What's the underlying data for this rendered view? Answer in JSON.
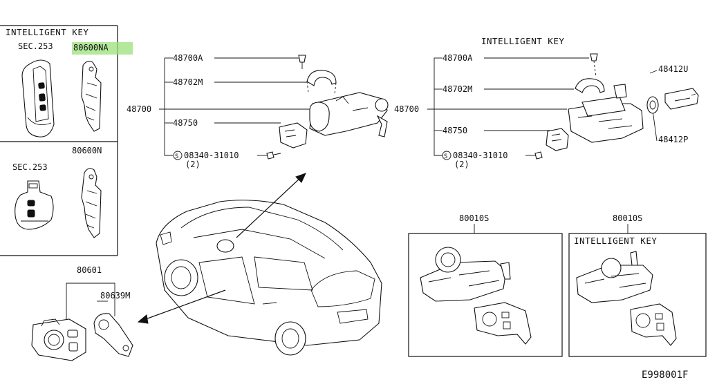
{
  "left_panel": {
    "header": "INTELLIGENT KEY",
    "top": {
      "sec_label": "SEC.253",
      "highlighted_part": "80600NA"
    },
    "bottom": {
      "sec_label": "SEC.253",
      "part": "80600N"
    }
  },
  "center_group": {
    "callouts": [
      "48700A",
      "48702M",
      "48700",
      "48750"
    ],
    "s_mark": "S",
    "bolt_part": "08340-31010",
    "bolt_qty": "(2)"
  },
  "right_group": {
    "header": "INTELLIGENT KEY",
    "callouts": [
      "48700A",
      "48702M",
      "48700",
      "48750"
    ],
    "s_mark": "S",
    "bolt_part": "08340-31010",
    "bolt_qty": "(2)",
    "side_callouts": [
      "48412U",
      "48412P"
    ]
  },
  "door_lock": {
    "callouts": [
      "80601",
      "80639M"
    ]
  },
  "kits": [
    {
      "part": "80010S"
    },
    {
      "part": "80010S",
      "header": "INTELLIGENT KEY"
    }
  ],
  "highlight_color": "#9be07a",
  "diagram_code": "E998001F"
}
